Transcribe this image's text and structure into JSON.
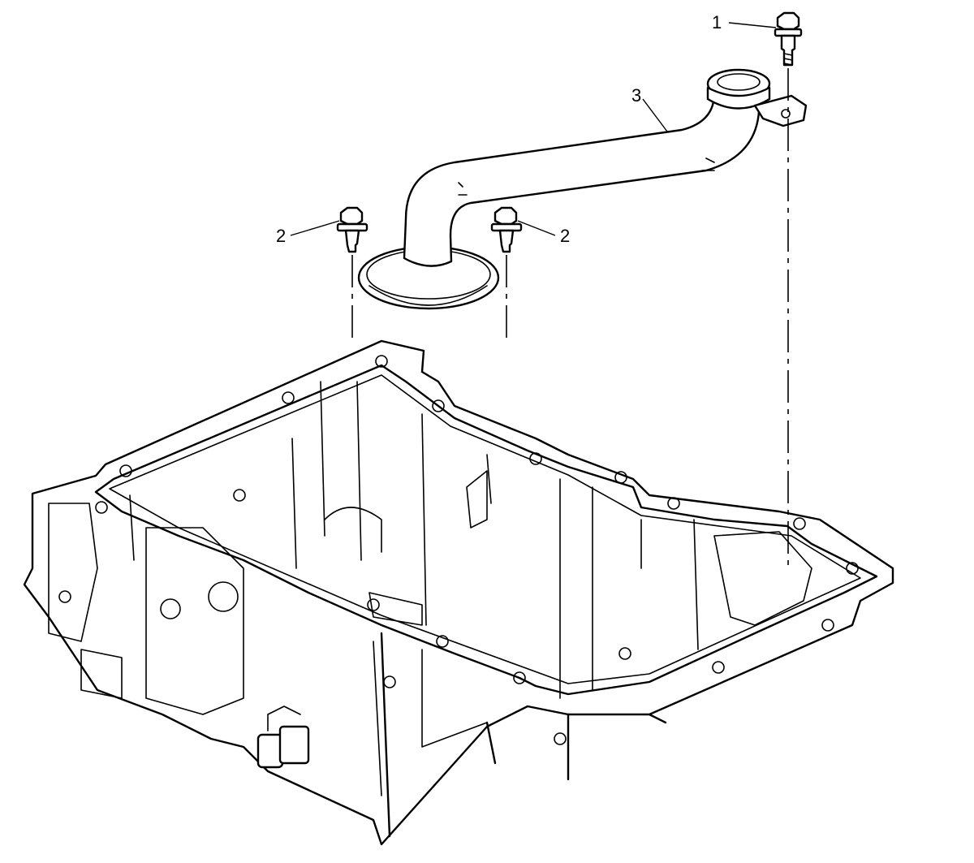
{
  "callouts": {
    "bolt_single": "1",
    "bolt_left": "2",
    "bolt_right": "2",
    "pickup_tube": "3"
  },
  "parts": [
    "bolt-icon",
    "bolt-icon",
    "bolt-icon",
    "oil-pump-screen-tube-icon",
    "oil-pan-icon"
  ]
}
